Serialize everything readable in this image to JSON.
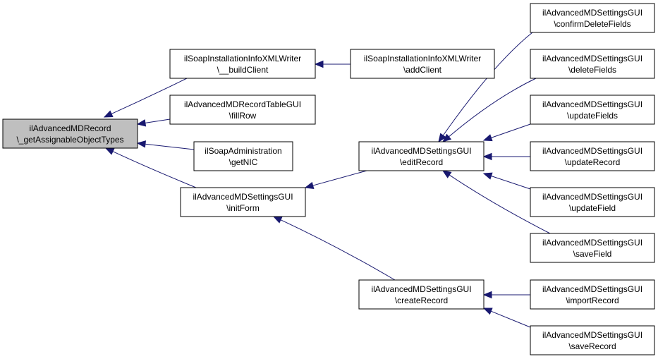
{
  "diagram": {
    "type": "call-graph",
    "colors": {
      "edge": "#191970",
      "root_fill": "#bfbfbf",
      "node_fill": "#ffffff",
      "border": "#000000"
    },
    "nodes": [
      {
        "id": "root",
        "line1": "ilAdvancedMDRecord",
        "line2": "\\_getAssignableObjectTypes",
        "root": true
      },
      {
        "id": "soapinst_build",
        "line1": "ilSoapInstallationInfoXMLWriter",
        "line2": "\\__buildClient"
      },
      {
        "id": "soapinst_add",
        "line1": "ilSoapInstallationInfoXMLWriter",
        "line2": "\\addClient"
      },
      {
        "id": "recordtable_fillrow",
        "line1": "ilAdvancedMDRecordTableGUI",
        "line2": "\\fillRow"
      },
      {
        "id": "soapadmin_getnic",
        "line1": "ilSoapAdministration",
        "line2": "\\getNIC"
      },
      {
        "id": "settings_initform",
        "line1": "ilAdvancedMDSettingsGUI",
        "line2": "\\initForm"
      },
      {
        "id": "settings_editrecord",
        "line1": "ilAdvancedMDSettingsGUI",
        "line2": "\\editRecord"
      },
      {
        "id": "settings_createrecord",
        "line1": "ilAdvancedMDSettingsGUI",
        "line2": "\\createRecord"
      },
      {
        "id": "settings_confirmdelete",
        "line1": "ilAdvancedMDSettingsGUI",
        "line2": "\\confirmDeleteFields"
      },
      {
        "id": "settings_deletefields",
        "line1": "ilAdvancedMDSettingsGUI",
        "line2": "\\deleteFields"
      },
      {
        "id": "settings_updatefields",
        "line1": "ilAdvancedMDSettingsGUI",
        "line2": "\\updateFields"
      },
      {
        "id": "settings_updaterecord",
        "line1": "ilAdvancedMDSettingsGUI",
        "line2": "\\updateRecord"
      },
      {
        "id": "settings_updatefield",
        "line1": "ilAdvancedMDSettingsGUI",
        "line2": "\\updateField"
      },
      {
        "id": "settings_savefield",
        "line1": "ilAdvancedMDSettingsGUI",
        "line2": "\\saveField"
      },
      {
        "id": "settings_importrecord",
        "line1": "ilAdvancedMDSettingsGUI",
        "line2": "\\importRecord"
      },
      {
        "id": "settings_saverecord",
        "line1": "ilAdvancedMDSettingsGUI",
        "line2": "\\saveRecord"
      }
    ],
    "edges": [
      {
        "from": "soapinst_build",
        "to": "root"
      },
      {
        "from": "recordtable_fillrow",
        "to": "root"
      },
      {
        "from": "soapadmin_getnic",
        "to": "root"
      },
      {
        "from": "settings_initform",
        "to": "root"
      },
      {
        "from": "soapinst_add",
        "to": "soapinst_build"
      },
      {
        "from": "settings_editrecord",
        "to": "settings_initform"
      },
      {
        "from": "settings_createrecord",
        "to": "settings_initform"
      },
      {
        "from": "settings_confirmdelete",
        "to": "settings_editrecord"
      },
      {
        "from": "settings_deletefields",
        "to": "settings_editrecord"
      },
      {
        "from": "settings_updatefields",
        "to": "settings_editrecord"
      },
      {
        "from": "settings_updaterecord",
        "to": "settings_editrecord"
      },
      {
        "from": "settings_updatefield",
        "to": "settings_editrecord"
      },
      {
        "from": "settings_savefield",
        "to": "settings_editrecord"
      },
      {
        "from": "settings_importrecord",
        "to": "settings_createrecord"
      },
      {
        "from": "settings_saverecord",
        "to": "settings_createrecord"
      }
    ]
  }
}
